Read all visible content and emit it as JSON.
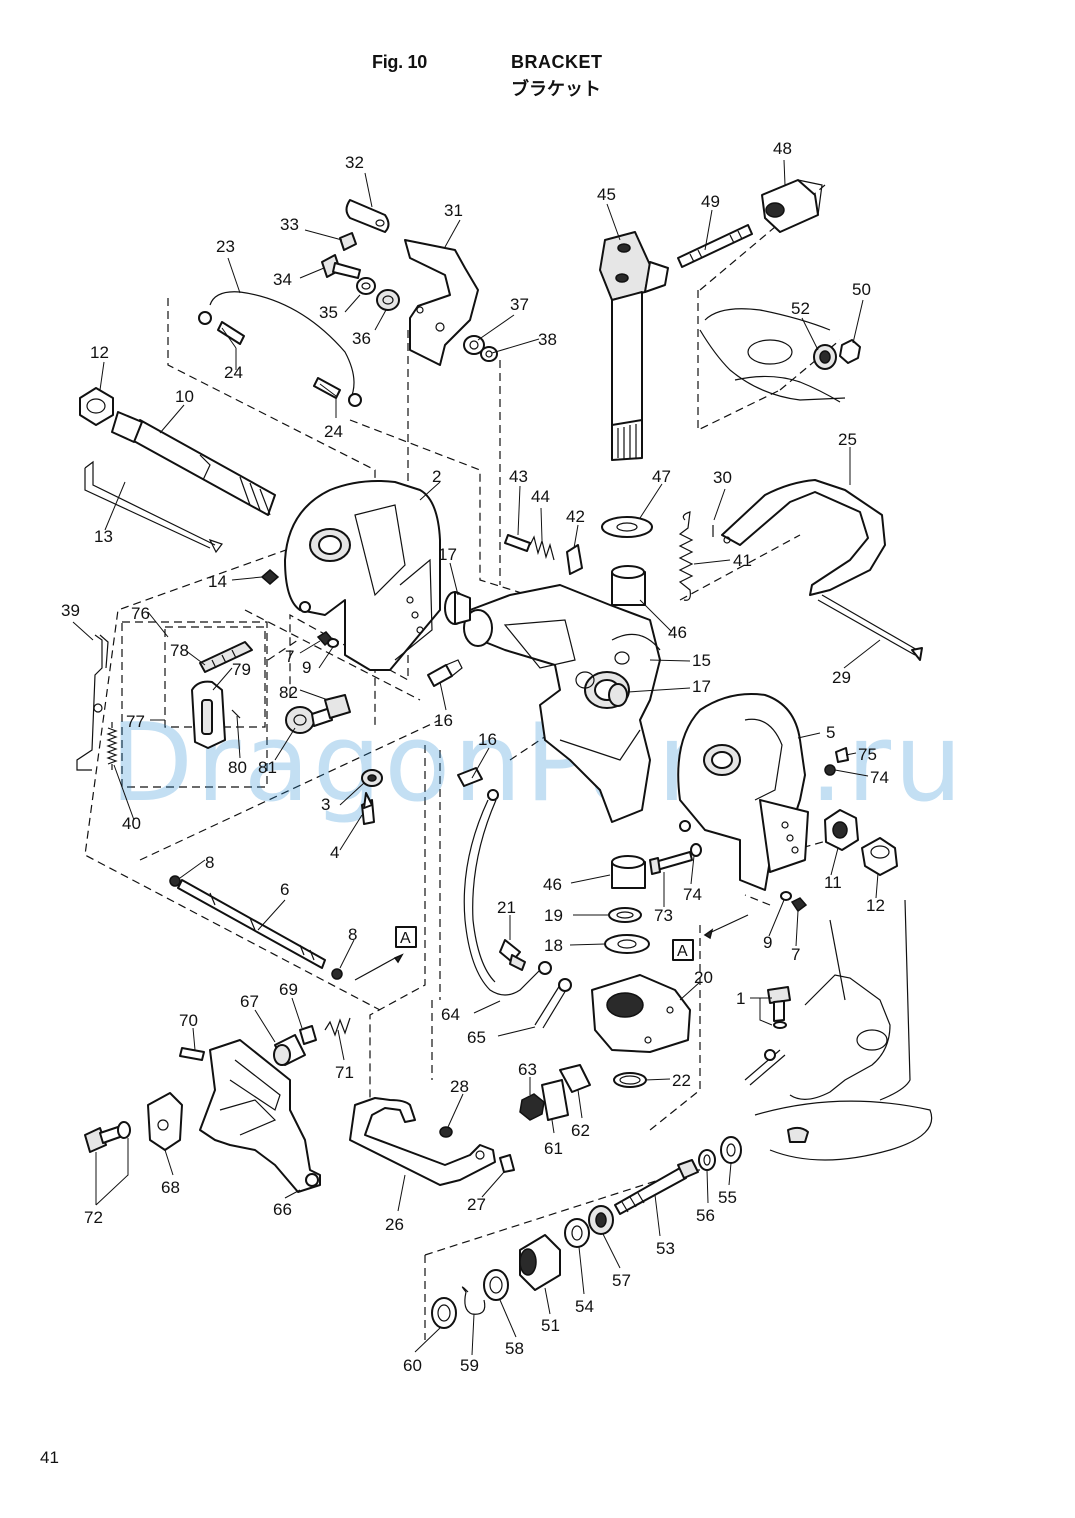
{
  "header": {
    "fig_label": "Fig. 10",
    "title": "BRACKET",
    "subtitle": "ブラケット"
  },
  "page_number": "41",
  "watermark": "DragonParts.ru",
  "reference_marker": "A",
  "callouts": [
    "1",
    "2",
    "3",
    "4",
    "5",
    "6",
    "7",
    "8",
    "9",
    "10",
    "11",
    "12",
    "13",
    "14",
    "15",
    "16",
    "17",
    "18",
    "19",
    "20",
    "21",
    "22",
    "23",
    "24",
    "25",
    "26",
    "27",
    "28",
    "29",
    "30",
    "31",
    "32",
    "33",
    "34",
    "35",
    "36",
    "37",
    "38",
    "39",
    "40",
    "41",
    "42",
    "43",
    "44",
    "45",
    "46",
    "47",
    "48",
    "49",
    "50",
    "51",
    "52",
    "53",
    "54",
    "55",
    "56",
    "57",
    "58",
    "59",
    "60",
    "61",
    "62",
    "63",
    "64",
    "65",
    "66",
    "67",
    "68",
    "69",
    "70",
    "71",
    "72",
    "73",
    "74",
    "75",
    "76",
    "77",
    "78",
    "79",
    "80",
    "81",
    "82"
  ],
  "colors": {
    "ink": "#111111",
    "watermark": "#2a8fd6",
    "background": "#ffffff"
  }
}
